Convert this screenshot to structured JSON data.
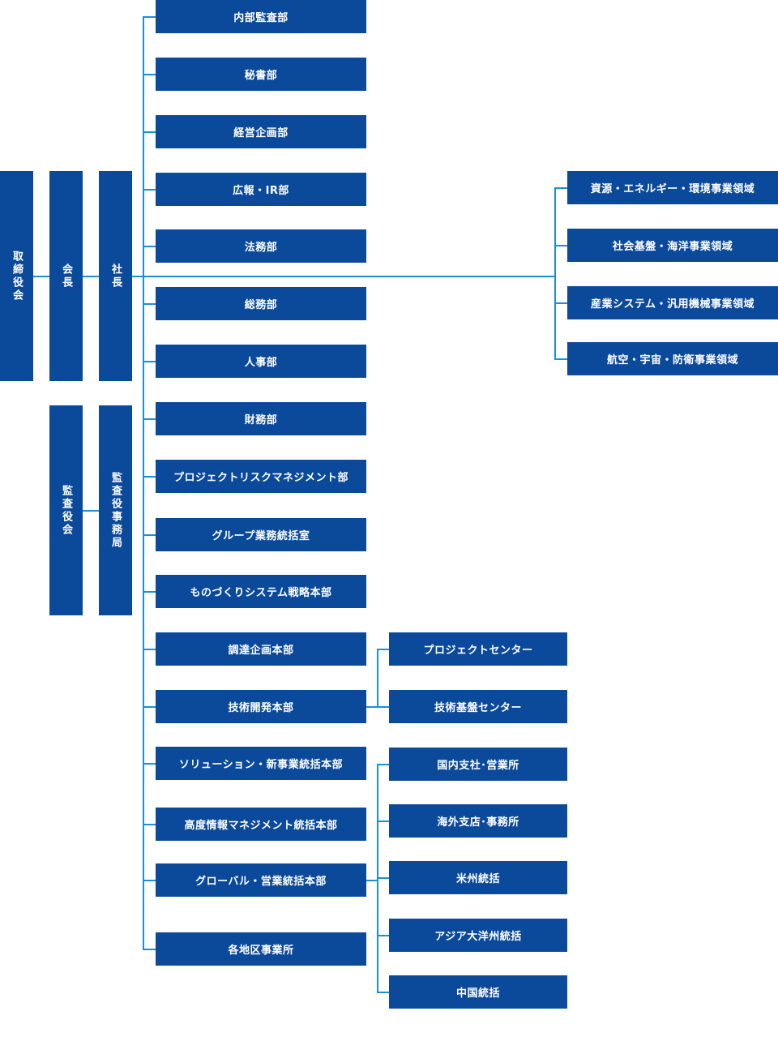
{
  "top_bodies": {
    "board": "取締役会",
    "chairman": "会長",
    "president": "社長"
  },
  "audit": {
    "board": "監査役会",
    "office": "監査役事務局"
  },
  "departments": [
    "内部監査部",
    "秘書部",
    "経営企画部",
    "広報・IR部",
    "法務部",
    "総務部",
    "人事部",
    "財務部",
    "プロジェクトリスクマネジメント部",
    "グループ業務統括室",
    "ものづくりシステム戦略本部",
    "調達企画本部",
    "技術開発本部",
    "ソリューション・新事業統括本部",
    "高度情報マネジメント統括本部",
    "グローバル・営業統括本部",
    "各地区事業所"
  ],
  "business_domains": [
    "資源・エネルギー・環境事業領域",
    "社会基盤・海洋事業領域",
    "産業システム・汎用機械事業領域",
    "航空・宇宙・防衛事業領域"
  ],
  "tech_centers": [
    "プロジェクトセンター",
    "技術基盤センター"
  ],
  "global_units": [
    "国内支社･営業所",
    "海外支店･事務所",
    "米州統括",
    "アジア大洋州統括",
    "中国統括"
  ],
  "colors": {
    "box": "#0b4a9b",
    "connector": "#1a8fd6",
    "text": "#ffffff"
  }
}
